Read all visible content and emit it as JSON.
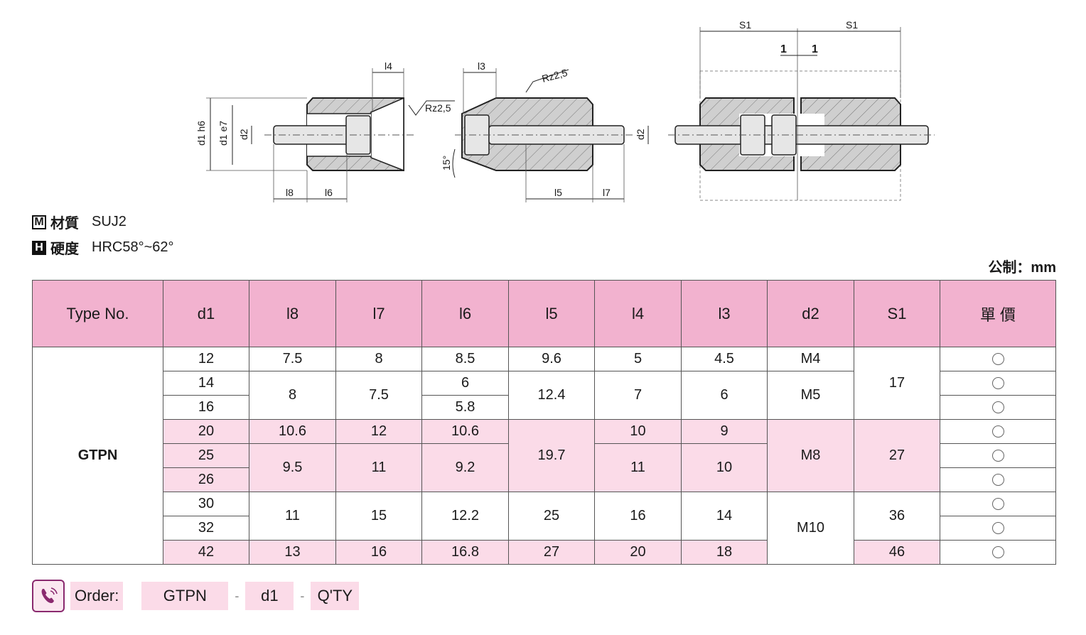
{
  "drawing": {
    "left": {
      "l4": "l4",
      "rz": "Rz2,5",
      "d1h6": "d1 h6",
      "d1e7": "d1 e7",
      "d2": "d2",
      "l8": "l8",
      "l6": "l6"
    },
    "middle": {
      "l3": "l3",
      "rz": "Rz2,5",
      "angle": "15°",
      "d2": "d2",
      "l5": "l5",
      "l7": "l7"
    },
    "right": {
      "s1a": "S1",
      "s1b": "S1",
      "one_a": "1",
      "one_b": "1"
    }
  },
  "specs": {
    "material_icon": "M",
    "material_label": "材質",
    "material_value": "SUJ2",
    "hardness_icon": "H",
    "hardness_label": "硬度",
    "hardness_value": "HRC58°~62°"
  },
  "unit_note": "公制：mm",
  "table": {
    "headers": [
      "Type No.",
      "d1",
      "l8",
      "l7",
      "l6",
      "l5",
      "l4",
      "l3",
      "d2",
      "S1",
      "單 價"
    ],
    "type": "GTPN",
    "rows": [
      {
        "d1": "12",
        "l8": "7.5",
        "l7": "8",
        "l6": "8.5",
        "l5": "9.6",
        "l4": "5",
        "l3": "4.5",
        "d2": "M4",
        "s1": "17"
      },
      {
        "d1": "14",
        "l8": "8",
        "l7": "7.5",
        "l6": "6",
        "l5": "12.4",
        "l4": "7",
        "l3": "6",
        "d2": "M5"
      },
      {
        "d1": "16",
        "l6": "5.8"
      },
      {
        "d1": "20",
        "l8": "10.6",
        "l7": "12",
        "l6": "10.6",
        "l5": "19.7",
        "l4": "10",
        "l3": "9",
        "d2": "M8",
        "s1": "27"
      },
      {
        "d1": "25",
        "l8": "9.5",
        "l7": "11",
        "l6": "9.2",
        "l4": "11",
        "l3": "10"
      },
      {
        "d1": "26"
      },
      {
        "d1": "30",
        "l8": "11",
        "l7": "15",
        "l6": "12.2",
        "l5": "25",
        "l4": "16",
        "l3": "14",
        "d2": "M10",
        "s1": "36"
      },
      {
        "d1": "32"
      },
      {
        "d1": "42",
        "l8": "13",
        "l7": "16",
        "l6": "16.8",
        "l5": "27",
        "l4": "20",
        "l3": "18",
        "s1": "46"
      }
    ]
  },
  "order": {
    "label": "Order:",
    "type": "GTPN",
    "d1": "d1",
    "qty": "Q'TY",
    "dash": "-"
  }
}
